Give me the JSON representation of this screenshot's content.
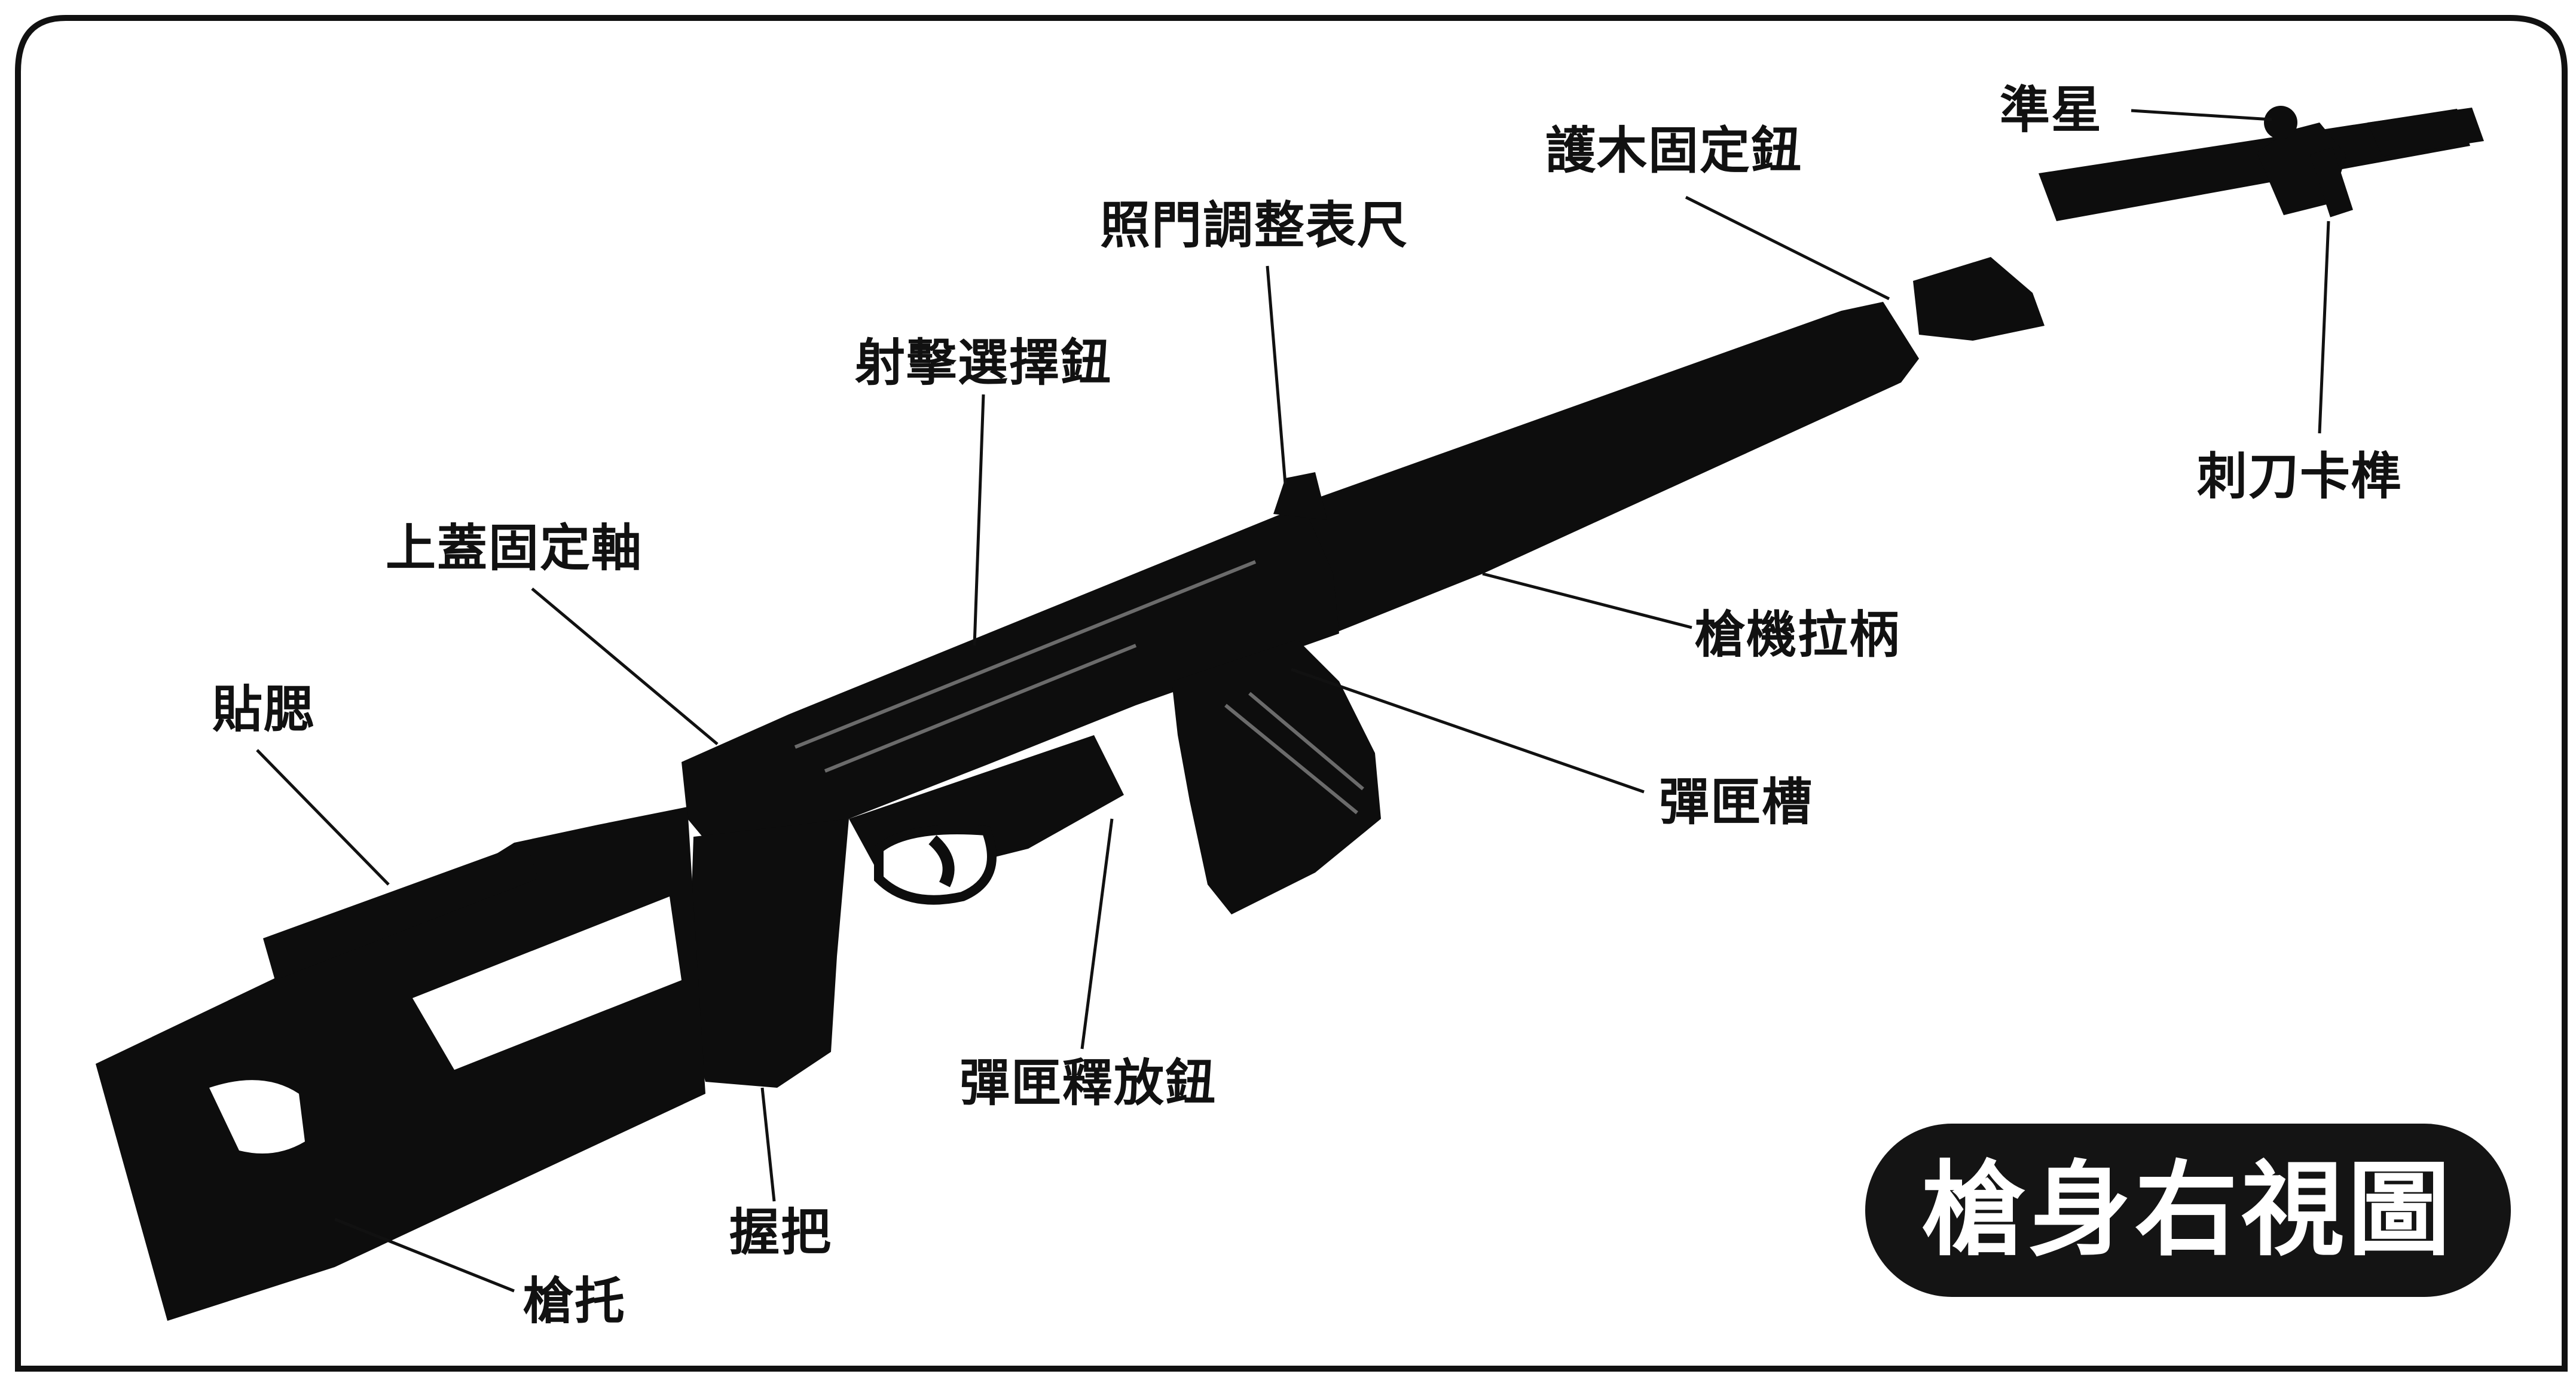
{
  "title": "槍身右視圖",
  "labels": {
    "front_sight": "準星",
    "handguard_retainer": "護木固定鈕",
    "rear_sight_scale": "照門調整表尺",
    "fire_selector": "射擊選擇鈕",
    "cover_pin": "上蓋固定軸",
    "cheek_rest": "貼腮",
    "bayonet_lug": "刺刀卡榫",
    "charging_handle": "槍機拉柄",
    "magazine_well": "彈匣槽",
    "magazine_release": "彈匣釋放鈕",
    "pistol_grip": "握把",
    "buttstock": "槍托"
  },
  "colors": {
    "ink": "#111111",
    "paper": "#ffffff",
    "badge": "#141414",
    "badge_text": "#ffffff"
  }
}
